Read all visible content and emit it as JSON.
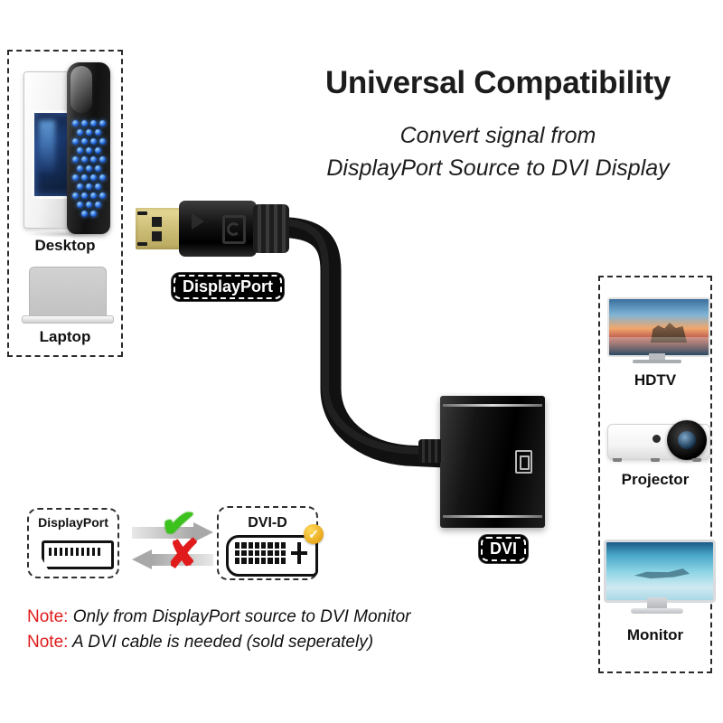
{
  "headline": "Universal Compatibility",
  "subheadline": {
    "line1": "Convert signal from",
    "line2": "DisplayPort Source to DVI Display"
  },
  "sources_panel": {
    "devices": [
      {
        "label": "Desktop",
        "icon": "desktop-tower-icon"
      },
      {
        "label": "Laptop",
        "icon": "laptop-icon"
      }
    ]
  },
  "displays_panel": {
    "devices": [
      {
        "label": "HDTV",
        "icon": "hdtv-icon"
      },
      {
        "label": "Projector",
        "icon": "projector-icon"
      },
      {
        "label": "Monitor",
        "icon": "desktop-monitor-icon"
      }
    ]
  },
  "product": {
    "input_tag": "DisplayPort",
    "output_tag": "DVI",
    "input_connector_icon": "displayport-male-plug-icon",
    "output_connector_icon": "dvi-female-adapter-icon",
    "cable_icon": "black-cable-icon"
  },
  "compatibility": {
    "source": {
      "title": "DisplayPort",
      "icon": "displayport-socket-icon"
    },
    "target": {
      "title": "DVI-D",
      "icon": "dvi-d-socket-icon",
      "badge_icon": "yellow-check-badge-icon"
    },
    "forward": {
      "mark": "✔",
      "mark_icon": "green-check-icon",
      "arrow_icon": "arrow-right-icon",
      "color": "#3cc21c"
    },
    "reverse": {
      "mark": "✘",
      "mark_icon": "red-cross-icon",
      "arrow_icon": "arrow-left-icon",
      "color": "#e11b1b"
    }
  },
  "notes": [
    {
      "label": "Note:",
      "text": "Only from DisplayPort source to DVI Monitor"
    },
    {
      "label": "Note:",
      "text": "A DVI cable is needed (sold seperately)"
    }
  ],
  "colors": {
    "note_label": "#e01b1b",
    "check_green": "#3cc21c",
    "cross_red": "#e11b1b",
    "badge_yellow": "#e8a81c",
    "panel_border": "#2a2a2a",
    "tag_background": "#000000"
  }
}
